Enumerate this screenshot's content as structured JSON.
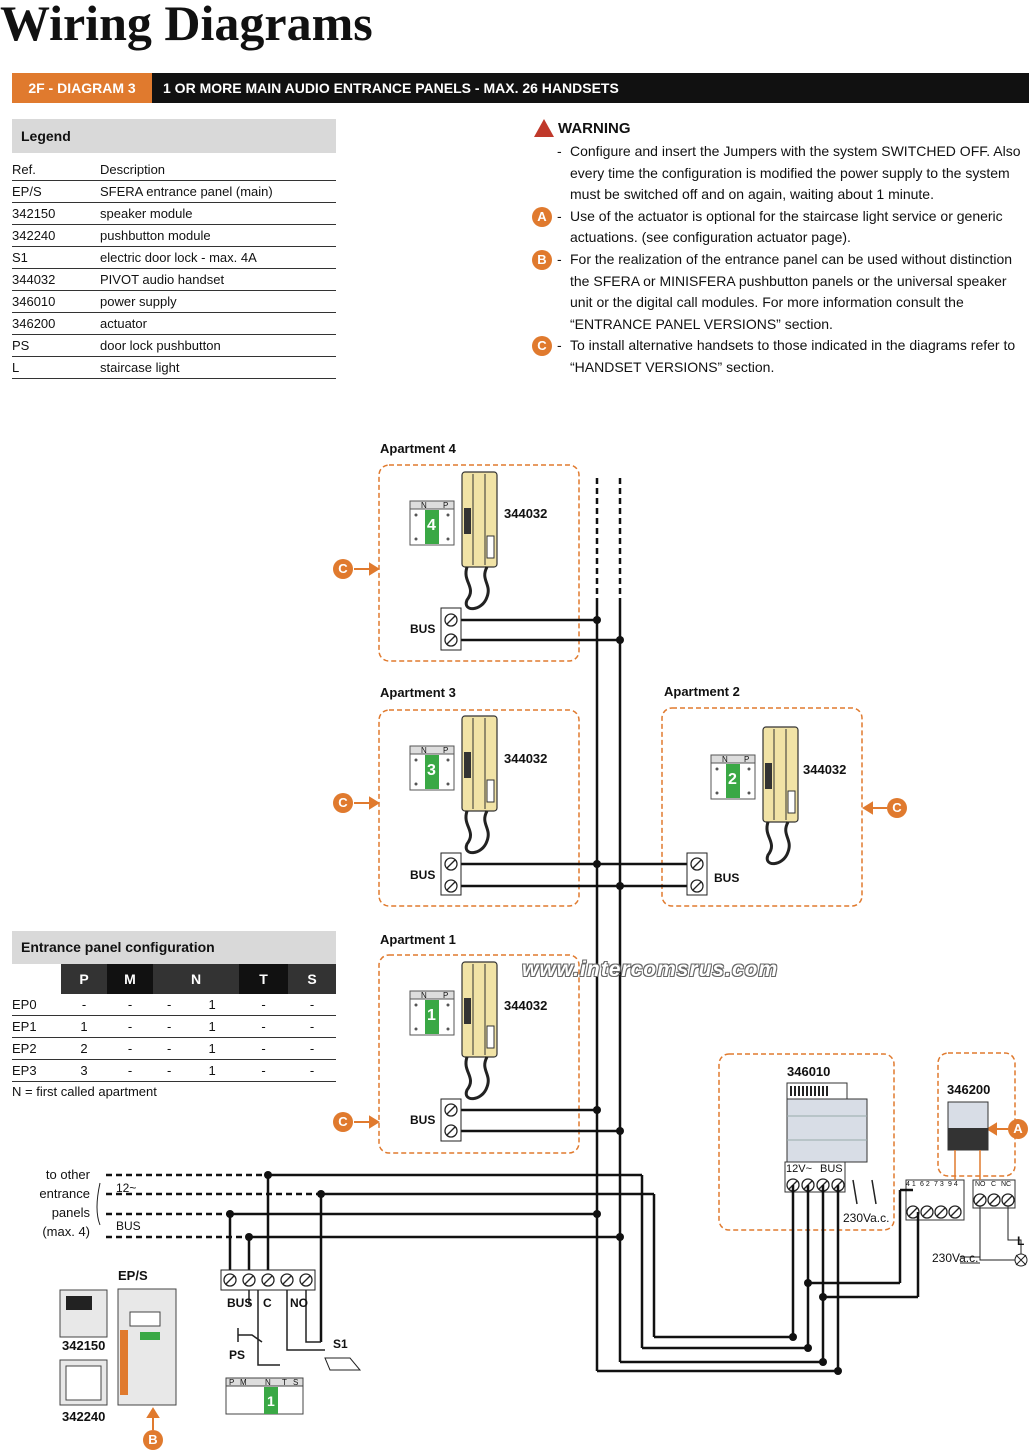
{
  "page_title": "Wiring Diagrams",
  "header": {
    "code": "2F - DIAGRAM 3",
    "name": "1 OR MORE MAIN AUDIO ENTRANCE PANELS - MAX. 26 HANDSETS"
  },
  "legend": {
    "title": "Legend",
    "columns": [
      "Ref.",
      "Description"
    ],
    "rows": [
      [
        "EP/S",
        "SFERA entrance panel (main)"
      ],
      [
        "342150",
        "speaker module"
      ],
      [
        "342240",
        "pushbutton module"
      ],
      [
        "S1",
        "electric door lock - max. 4A"
      ],
      [
        "344032",
        "PIVOT audio handset"
      ],
      [
        "346010",
        "power supply"
      ],
      [
        "346200",
        "actuator"
      ],
      [
        "PS",
        "door lock pushbutton"
      ],
      [
        "L",
        "staircase light"
      ]
    ]
  },
  "warning": {
    "title": "WARNING",
    "items": [
      {
        "mark": "",
        "text": "Configure and insert the Jumpers with the system SWITCHED OFF. Also every time the configuration is modified the power supply to the system must be switched off and on again, waiting about 1 minute."
      },
      {
        "mark": "A",
        "text": "Use of the actuator is optional for the staircase light service or generic actuations. (see configuration actuator page)."
      },
      {
        "mark": "B",
        "text": "For the realization of the entrance panel can be used without distinction the SFERA or MINISFERA pushbutton panels or the universal speaker unit or the digital call modules. For more information consult the “ENTRANCE PANEL VERSIONS” section."
      },
      {
        "mark": "C",
        "text": "To install alternative handsets to those indicated in the diagrams refer to “HANDSET VERSIONS” section."
      }
    ]
  },
  "config": {
    "title": "Entrance panel configuration",
    "columns": [
      "",
      "P",
      "M",
      "N",
      "T",
      "S"
    ],
    "rows": [
      [
        "EP0",
        "-",
        "-",
        "-",
        "1",
        "-",
        "-"
      ],
      [
        "EP1",
        "1",
        "-",
        "-",
        "1",
        "-",
        "-"
      ],
      [
        "EP2",
        "2",
        "-",
        "-",
        "1",
        "-",
        "-"
      ],
      [
        "EP3",
        "3",
        "-",
        "-",
        "1",
        "-",
        "-"
      ]
    ],
    "note": "N = first called apartment"
  },
  "diagram": {
    "apartments": [
      {
        "title": "Apartment 4",
        "number": "4",
        "handset": "344032",
        "bus": "BUS",
        "mark": "C"
      },
      {
        "title": "Apartment 3",
        "number": "3",
        "handset": "344032",
        "bus": "BUS",
        "mark": "C"
      },
      {
        "title": "Apartment 2",
        "number": "2",
        "handset": "344032",
        "bus": "BUS",
        "mark": "C"
      },
      {
        "title": "Apartment 1",
        "number": "1",
        "handset": "344032",
        "bus": "BUS",
        "mark": "C"
      }
    ],
    "jumper_labels": {
      "n": "N",
      "p": "P"
    },
    "power_supply": {
      "code": "346010",
      "terminal_12v": "12V~",
      "terminal_bus": "BUS",
      "mains": "230Va.c."
    },
    "actuator": {
      "code": "346200",
      "mark": "A",
      "mains": "230Va.c.",
      "light": "L",
      "terminals_top": [
        "4 1",
        "6 2",
        "7 3",
        "9 4"
      ],
      "relay_terms": [
        "NO",
        "C",
        "NC"
      ]
    },
    "other_panels": {
      "text": "to other entrance panels (max. 4)",
      "line_12": "12~",
      "line_bus": "BUS"
    },
    "entrance_panel": {
      "code": "EP/S",
      "speaker": "342150",
      "pushbutton": "342240",
      "mark": "B"
    },
    "terminals": {
      "bus": "BUS",
      "c": "C",
      "no": "NO"
    },
    "ps": "PS",
    "lock": "S1",
    "jumper_block": {
      "labels": [
        "P",
        "M",
        "N",
        "T",
        "S"
      ],
      "value": "1"
    },
    "watermark": "www.intercomsrus.com"
  },
  "colors": {
    "accent": "#e07a2e",
    "jumper_green": "#3aa845",
    "handset": "#f1e3a6",
    "warning_red": "#c0392b"
  }
}
